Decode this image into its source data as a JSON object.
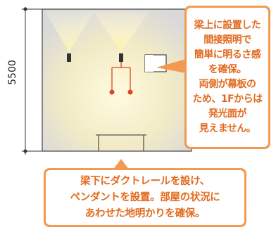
{
  "dimension": {
    "height_label": "5500"
  },
  "callout_right": {
    "lines": [
      "梁上に設置した",
      "間接照明で",
      "簡単に明るさ感",
      "を確保。",
      "両側が幕板の",
      "ため、1Fからは",
      "発光面が",
      "見えません。"
    ]
  },
  "callout_bottom": {
    "lines": [
      "梁下にダクトレールを設け、",
      "ペンダントを設置。部屋の状況に",
      "あわせた地明かりを確保。"
    ]
  },
  "colors": {
    "accent_orange": "#f29a4f",
    "callout_text": "#e26a1e",
    "room_fill": "#d9d9d9",
    "glow": "#fff6c6",
    "outline": "#444444",
    "pendant_cord": "#e0441e"
  }
}
